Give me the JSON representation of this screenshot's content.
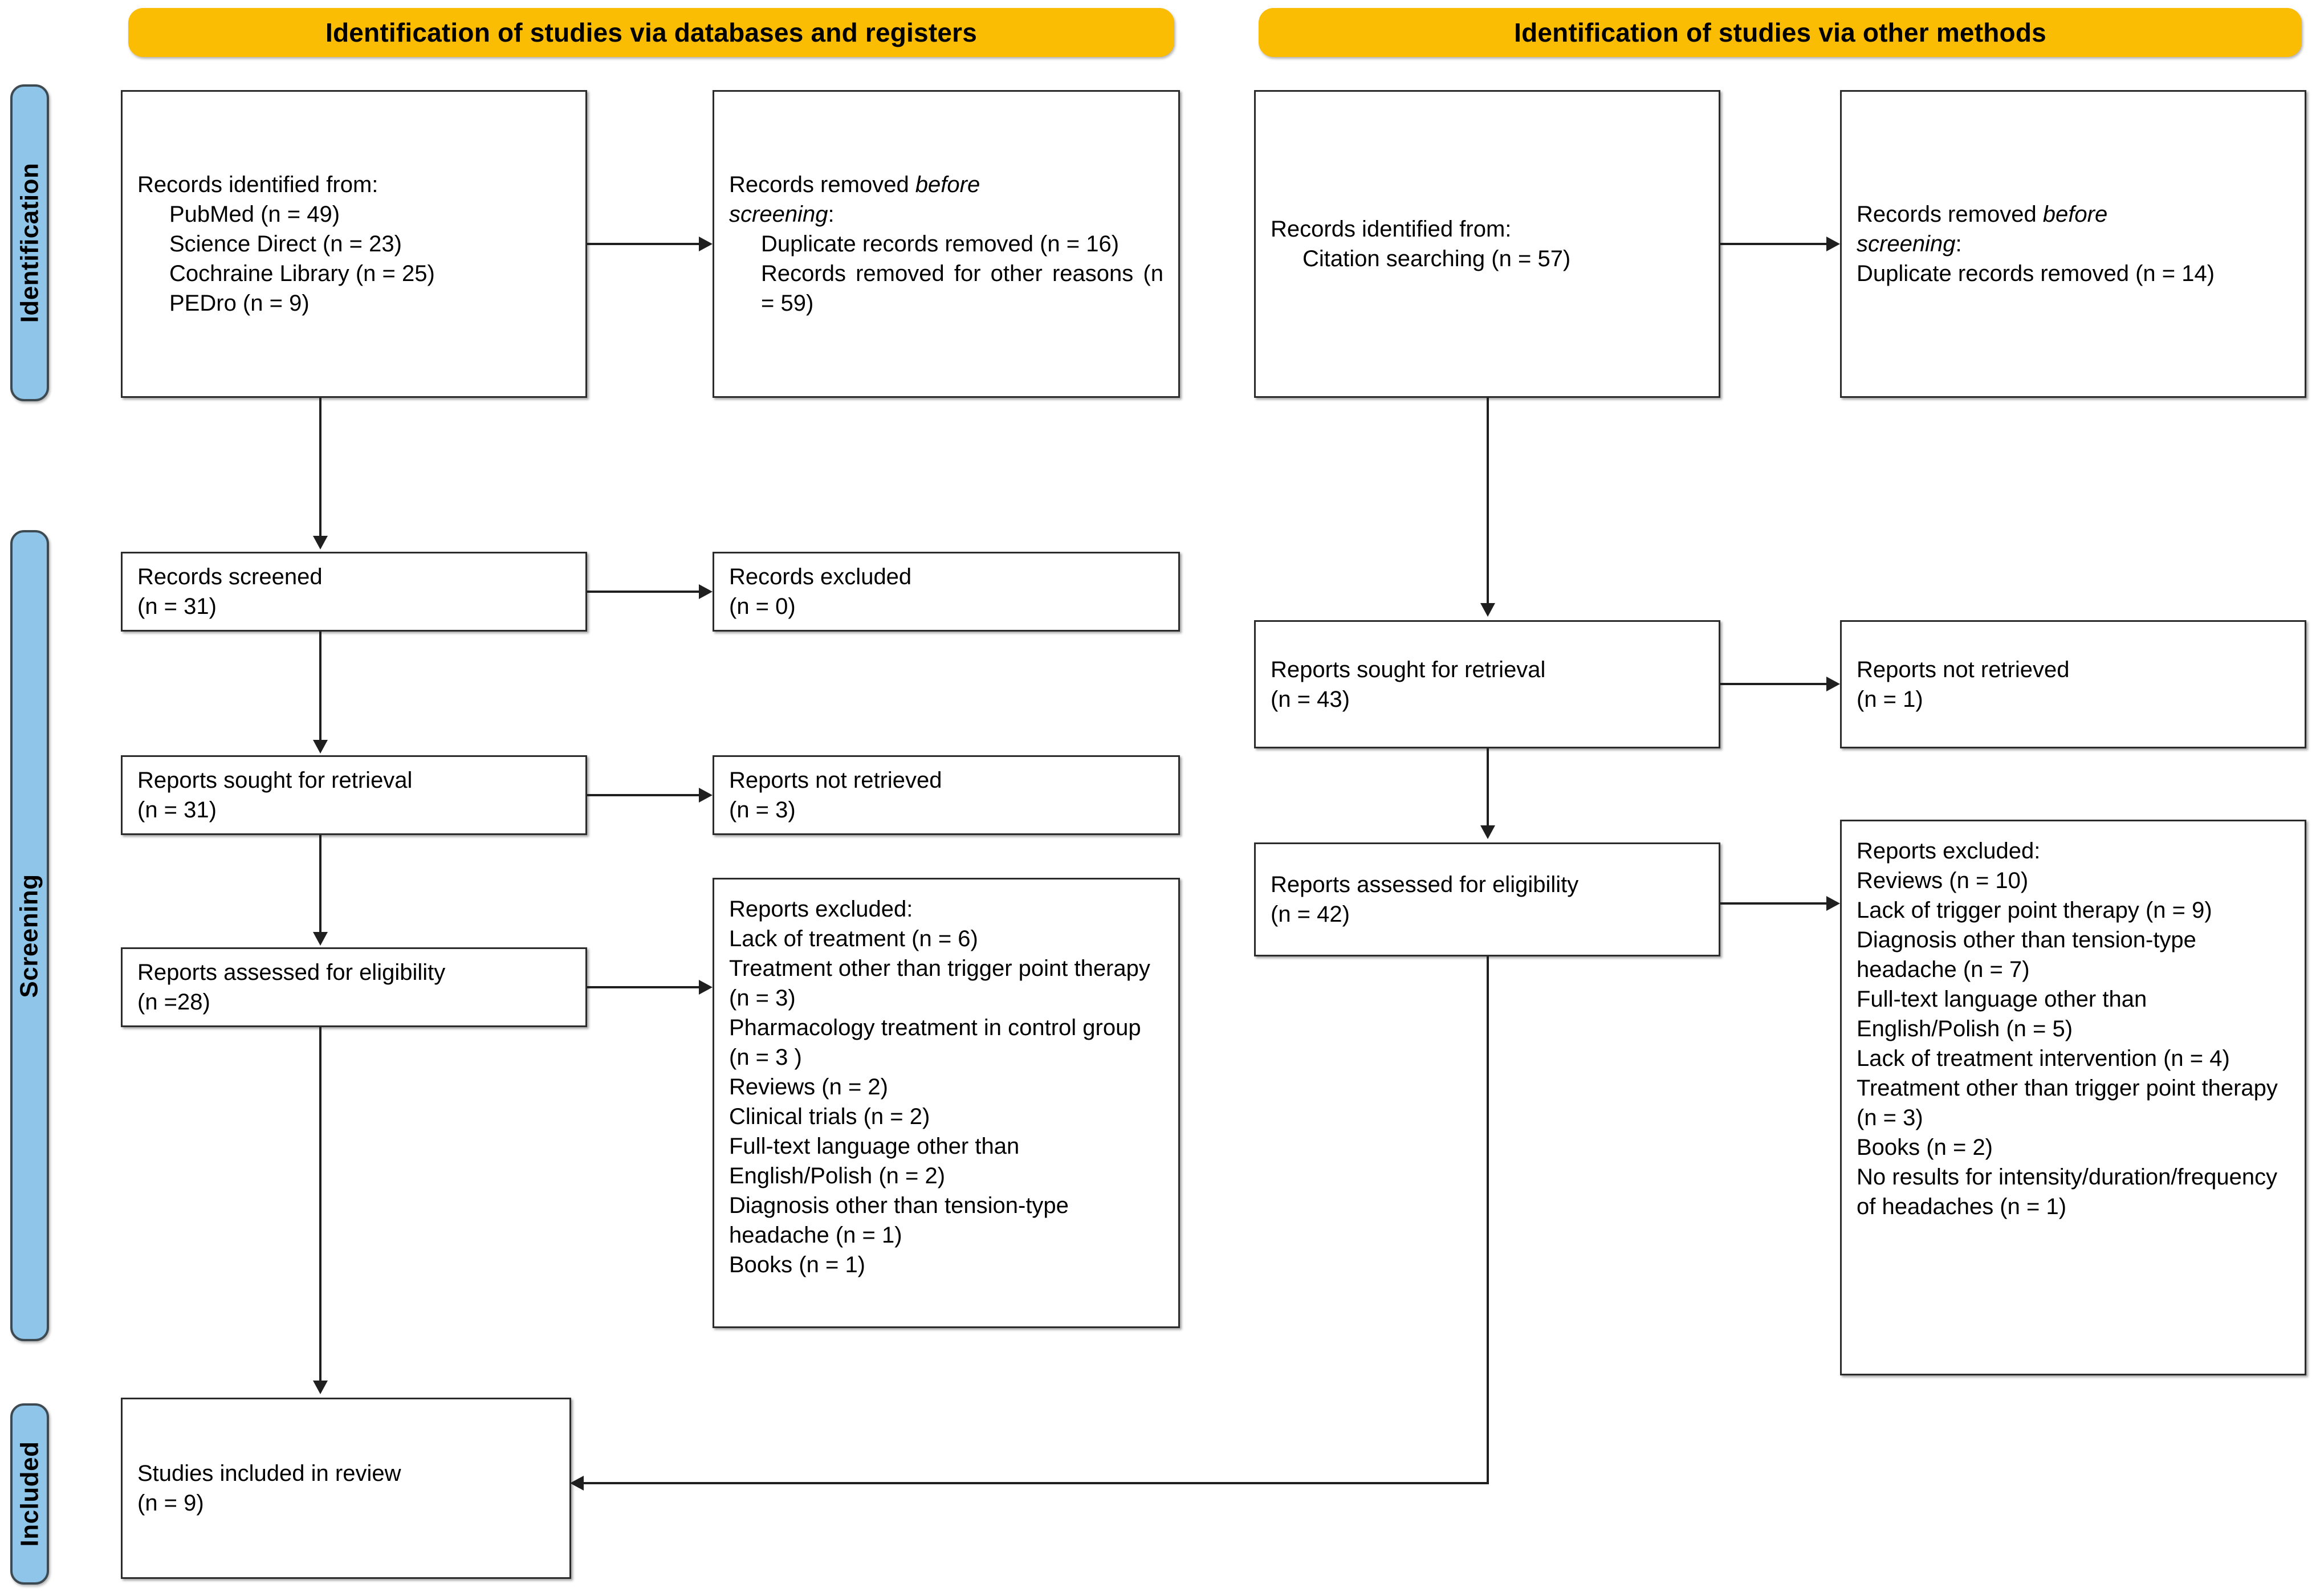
{
  "diagram": {
    "type": "prisma-flow-diagram",
    "headers": [
      {
        "id": "databases",
        "label": "Identification of studies via databases and registers"
      },
      {
        "id": "other",
        "label": "Identification of studies via other methods"
      }
    ],
    "stage_bands": [
      {
        "id": "identification",
        "label": "Identification"
      },
      {
        "id": "screening",
        "label": "Screening"
      },
      {
        "id": "included",
        "label": "Included"
      }
    ],
    "colors": {
      "header_orange": "#FBBC04",
      "band_blue": "#8EC5E9",
      "band_border": "#3E4A52",
      "box_border": "#2b2b2b",
      "connector": "#1f1f1f",
      "background": "#FFFFFF"
    },
    "boxes": {
      "left_identified": {
        "title": "Records identified from:",
        "items": [
          {
            "label": "PubMed",
            "n": "49",
            "text": "PubMed (n = 49)"
          },
          {
            "label": "Science Direct",
            "n": "23",
            "text": "Science Direct (n = 23)"
          },
          {
            "label": "Cochraine Library",
            "n": "25",
            "text": "Cochraine Library (n = 25)"
          },
          {
            "label": "PEDro",
            "n": "9",
            "text": "PEDro (n = 9)"
          }
        ]
      },
      "left_removed": {
        "line1_pre": "Records removed ",
        "line1_ital": "before",
        "line2_ital": "screening",
        "line2_post": ":",
        "items": [
          {
            "text": "Duplicate records removed (n = 16)",
            "n": "16"
          },
          {
            "text": "Records removed for other reasons (n = 59)",
            "n": "59"
          }
        ]
      },
      "left_screened": {
        "title": "Records screened",
        "count": "(n = 31)",
        "n": "31"
      },
      "left_excluded": {
        "title": "Records excluded",
        "count": "(n = 0)",
        "n": "0"
      },
      "left_sought": {
        "title": "Reports sought for retrieval",
        "count": "(n = 31)",
        "n": "31"
      },
      "left_not_retrieved": {
        "title": "Reports not retrieved",
        "count": "(n = 3)",
        "n": "3"
      },
      "left_assessed": {
        "title": "Reports assessed for eligibility",
        "count": "(n =28)",
        "n": "28"
      },
      "left_reports_excluded": {
        "title": "Reports excluded:",
        "reasons": [
          {
            "text": "Lack of treatment (n = 6)",
            "n": "6"
          },
          {
            "text": "Treatment other than trigger point therapy (n = 3)",
            "n": "3"
          },
          {
            "text": "Pharmacology treatment in control group (n = 3 )",
            "n": "3"
          },
          {
            "text": "Reviews (n = 2)",
            "n": "2"
          },
          {
            "text": "Clinical trials (n = 2)",
            "n": "2"
          },
          {
            "text": "Full-text language other than English/Polish (n = 2)",
            "n": "2"
          },
          {
            "text": "Diagnosis other than tension-type headache (n = 1)",
            "n": "1"
          },
          {
            "text": "Books (n = 1)",
            "n": "1"
          }
        ]
      },
      "included": {
        "title": "Studies included in review",
        "count": "(n = 9)",
        "n": "9"
      },
      "right_identified": {
        "title": "Records identified from:",
        "items": [
          {
            "label": "Citation searching",
            "n": "57",
            "text": "Citation searching (n = 57)"
          }
        ]
      },
      "right_removed": {
        "line1_pre": "Records removed ",
        "line1_ital": "before",
        "line2_ital": "screening",
        "line2_post": ":",
        "items": [
          {
            "text": "Duplicate records removed (n = 14)",
            "n": "14"
          }
        ]
      },
      "right_sought": {
        "title": "Reports sought for retrieval",
        "count": "(n = 43)",
        "n": "43"
      },
      "right_not_retrieved": {
        "title": "Reports not retrieved",
        "count": "(n = 1)",
        "n": "1"
      },
      "right_assessed": {
        "title": "Reports assessed for eligibility",
        "count": "(n = 42)",
        "n": "42"
      },
      "right_reports_excluded": {
        "title": "Reports excluded:",
        "reasons": [
          {
            "text": "Reviews (n = 10)",
            "n": "10"
          },
          {
            "text": "Lack of trigger point therapy (n = 9)",
            "n": "9"
          },
          {
            "text": "Diagnosis other than tension-type headache (n = 7)",
            "n": "7"
          },
          {
            "text": "Full-text language other than English/Polish (n = 5)",
            "n": "5"
          },
          {
            "text": "Lack of treatment intervention (n = 4)",
            "n": "4"
          },
          {
            "text": "Treatment other than trigger point therapy (n = 3)",
            "n": "3"
          },
          {
            "text": "Books (n = 2)",
            "n": "2"
          },
          {
            "text": "No results for intensity/duration/frequency of headaches (n = 1)",
            "n": "1"
          }
        ]
      }
    }
  }
}
